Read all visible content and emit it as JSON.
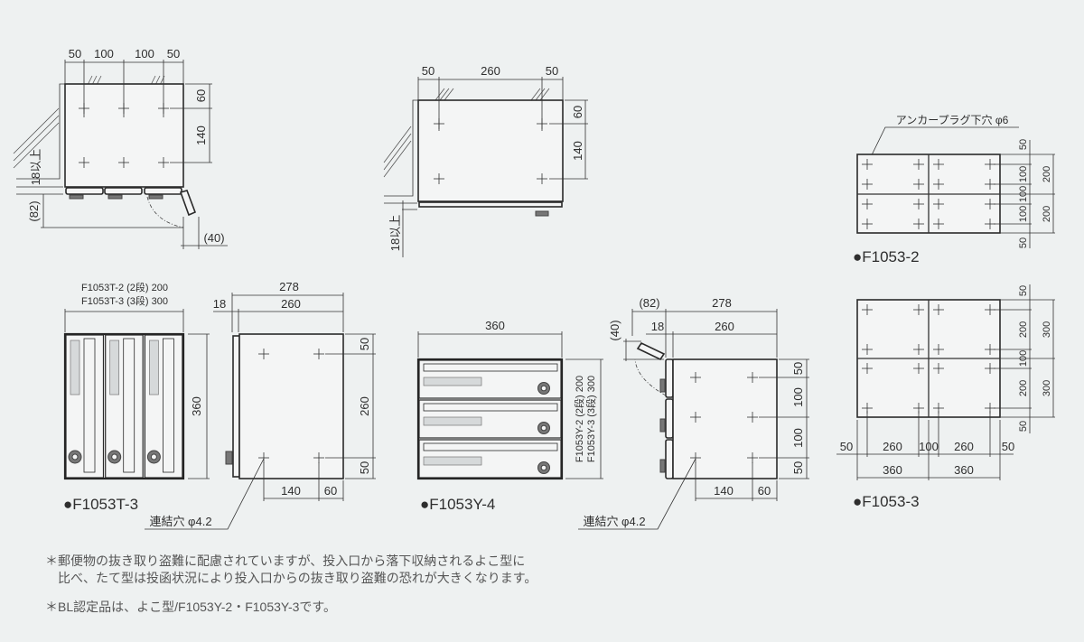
{
  "view_top_tate": {
    "dims_top": [
      "50",
      "100",
      "100",
      "50"
    ],
    "dims_right": [
      "60",
      "140"
    ],
    "min_gap": "18以上",
    "depth_open": "(82)",
    "door_swing": "(40)"
  },
  "view_top_yoko": {
    "dims_top": [
      "50",
      "260",
      "50"
    ],
    "dims_right": [
      "60",
      "140"
    ],
    "min_gap": "18以上"
  },
  "f1053t3_front": {
    "width_note_1": "F1053T-2 (2段) 200",
    "width_note_2": "F1053T-3 (3段) 300",
    "height": "360",
    "title": "●F1053T-3"
  },
  "f1053t3_side": {
    "total_depth": "278",
    "front": "18",
    "depth": "260",
    "dims_right": [
      "50",
      "260",
      "50"
    ],
    "dims_bottom": [
      "140",
      "60"
    ],
    "hole_label": "連結穴 φ4.2"
  },
  "f1053y4_front": {
    "width": "360",
    "height_note_1": "F1053Y-2 (2段) 200",
    "height_note_2": "F1053Y-3 (3段) 300",
    "title": "●F1053Y-4"
  },
  "f1053y4_side": {
    "open_depth": "(82)",
    "total_depth": "278",
    "front": "18",
    "depth": "260",
    "door_swing": "(40)",
    "dims_right": [
      "50",
      "100",
      "100",
      "50"
    ],
    "dims_bottom": [
      "140",
      "60"
    ],
    "hole_label": "連結穴 φ4.2"
  },
  "f1053_2": {
    "anchor_label": "アンカープラグ下穴 φ6",
    "dims_inner": [
      "50",
      "100",
      "100",
      "100",
      "50"
    ],
    "dims_outer": [
      "200",
      "200"
    ],
    "title": "●F1053-2"
  },
  "f1053_3": {
    "dims_inner": [
      "50",
      "200",
      "100",
      "200",
      "50"
    ],
    "dims_outer": [
      "300",
      "300"
    ],
    "dims_bottom_inner": [
      "50",
      "260",
      "100",
      "260",
      "50"
    ],
    "dims_bottom_outer": [
      "360",
      "360"
    ],
    "title": "●F1053-3"
  },
  "notes": [
    "＊郵便物の抜き取り盗難に配慮されていますが、投入口から落下収納されるよこ型に",
    "比べ、たて型は投函状況により投入口からの抜き取り盗難の恐れが大きくなります。",
    "＊BL認定品は、よこ型/F1053Y-2・F1053Y-3です。"
  ]
}
